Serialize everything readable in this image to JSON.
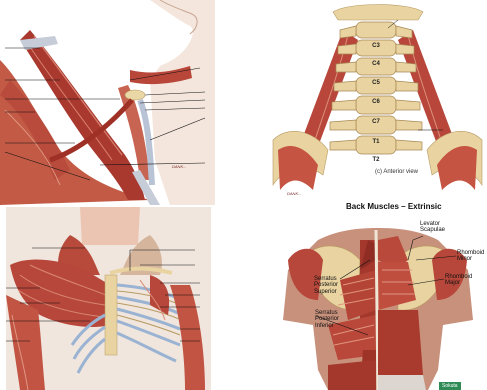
{
  "panels": {
    "neck_lateral": {
      "signature": "DANK..."
    },
    "cervical_anterior": {
      "vertebrae": [
        "C3",
        "C4",
        "C5",
        "C6",
        "C7",
        "T1",
        "T2"
      ],
      "caption": "(c) Anterior view",
      "signature": "DANK..."
    },
    "chest_anterior": {},
    "back_extrinsic": {
      "title": "Back Muscles – Extrinsic",
      "labels": {
        "levator": "Levator\nScapulae",
        "rhomboid_minor": "Rhomboid\nMinor",
        "rhomboid_major": "Rhomboid\nMajor",
        "serratus_sup": "Serratus\nPosterior\nSuperior",
        "serratus_inf": "Serratus\nPosterior\nInferior"
      },
      "badge": "Sokuta"
    }
  },
  "colors": {
    "muscle": "#b5463a",
    "muscle_light": "#d98a72",
    "bone": "#e9d7a6",
    "tendon": "#b9c3d6",
    "skin": "#f2e3d8",
    "leader_line": "#111111"
  }
}
